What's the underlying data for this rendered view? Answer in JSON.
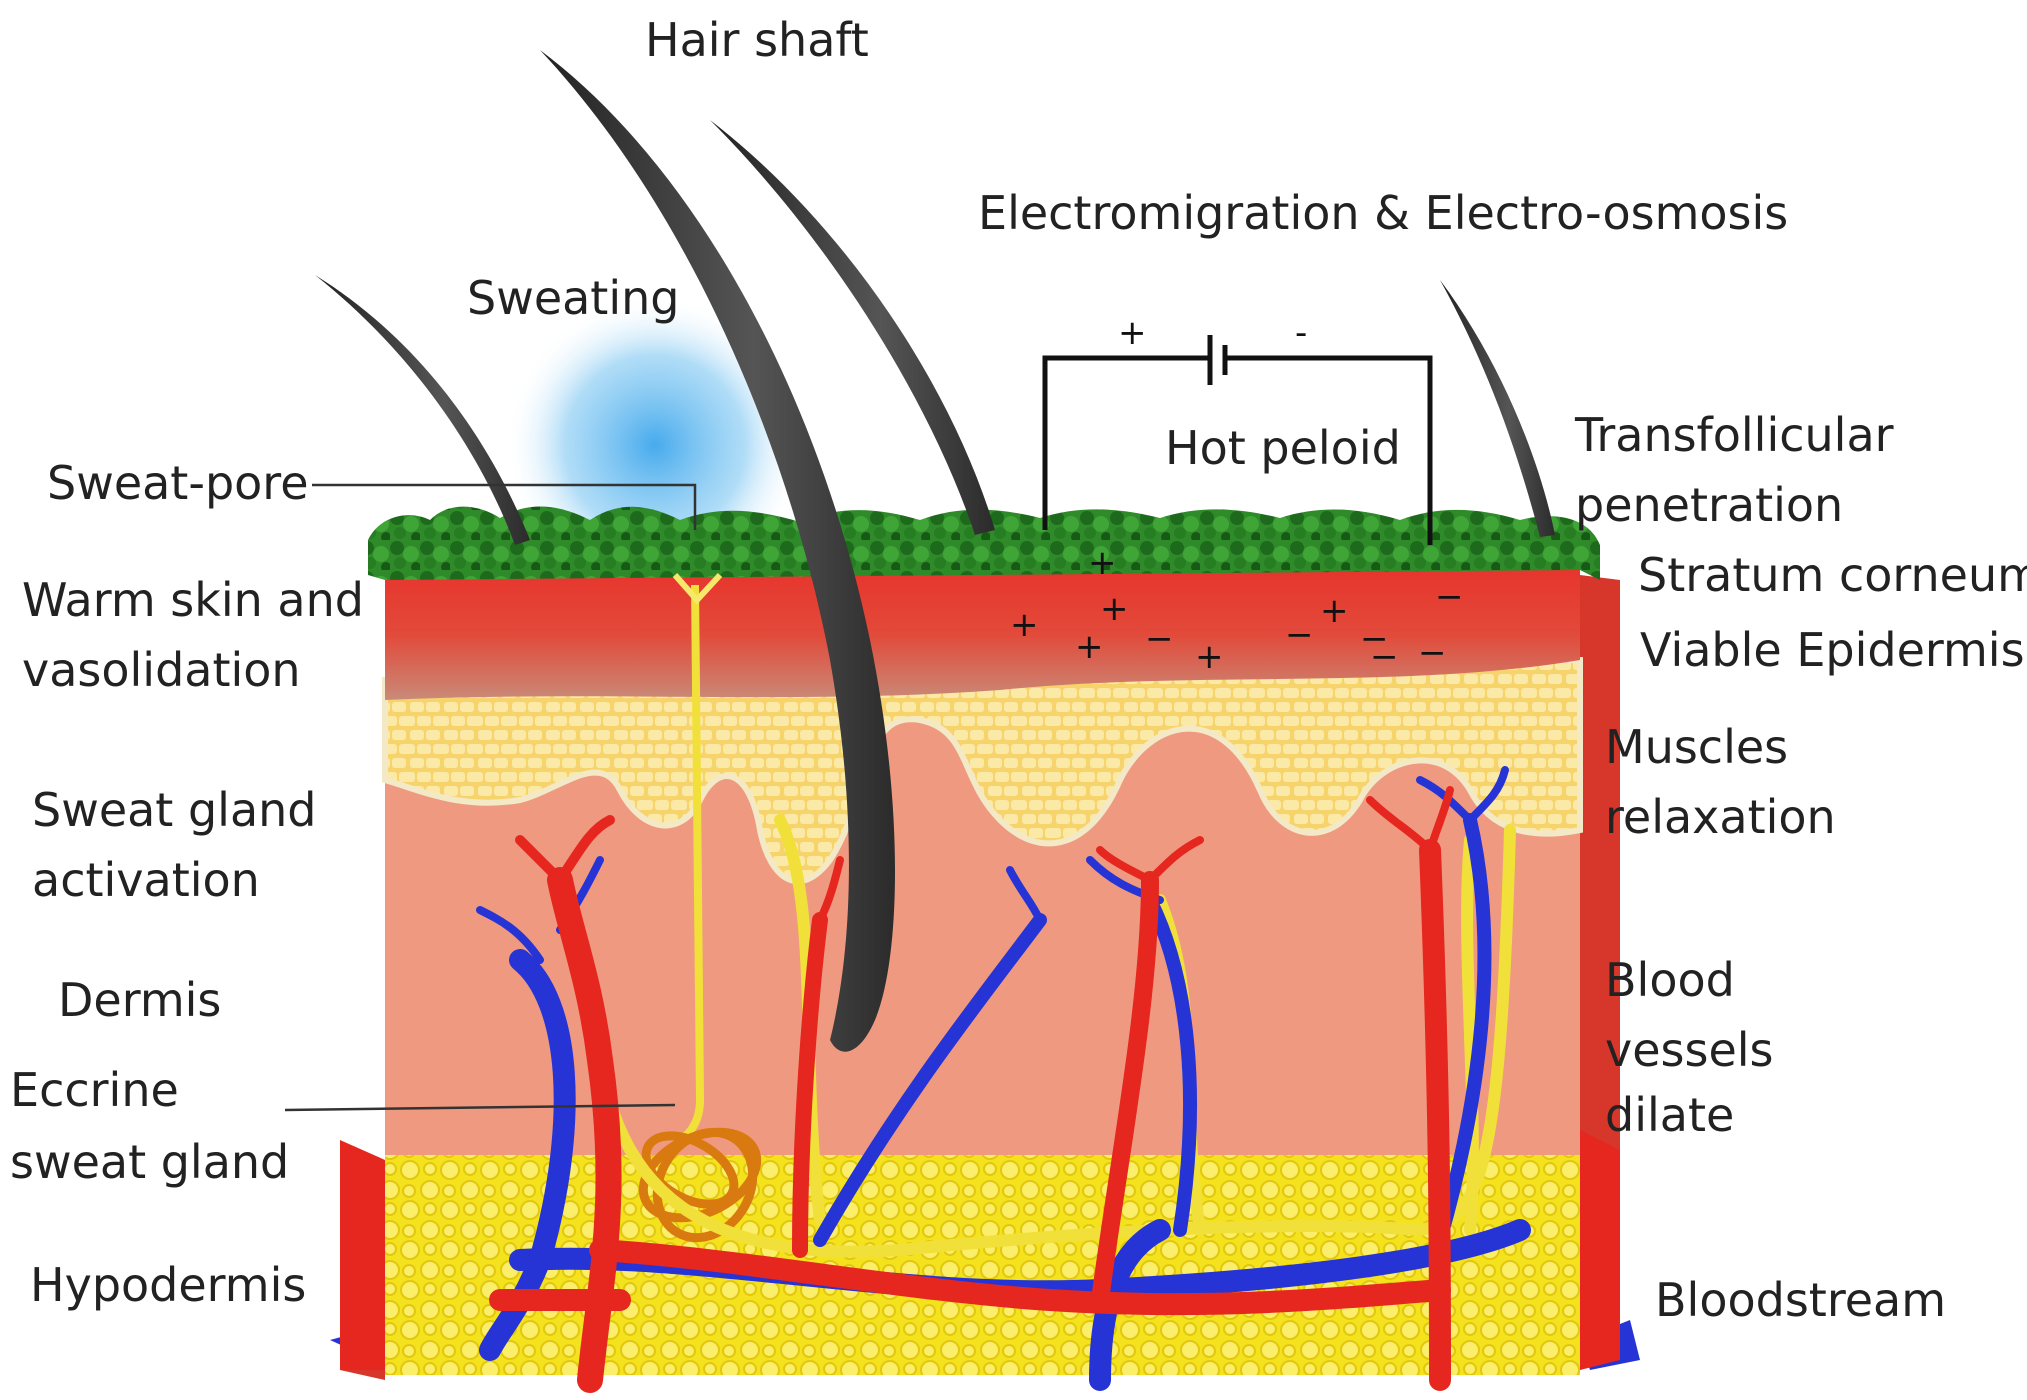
{
  "labels": {
    "hair_shaft": "Hair shaft",
    "electro": "Electromigration & Electro-osmosis",
    "sweating": "Sweating",
    "sweat_pore": "Sweat-pore",
    "hot_peloid": "Hot peloid",
    "transfollicular_1": "Transfollicular",
    "transfollicular_2": "penetration",
    "stratum_corneum": "Stratum corneum",
    "viable_epidermis": "Viable Epidermis",
    "warm_skin_1": "Warm skin and",
    "warm_skin_2": "vasolidation",
    "muscles_1": "Muscles",
    "muscles_2": "relaxation",
    "sweat_gland_1": "Sweat gland",
    "sweat_gland_2": "activation",
    "dermis": "Dermis",
    "blood_1": "Blood",
    "blood_2": "vessels",
    "blood_3": "dilate",
    "eccrine_1": "Eccrine",
    "eccrine_2": "sweat gland",
    "hypodermis": "Hypodermis",
    "bloodstream": "Bloodstream"
  },
  "circuit": {
    "positive": "+",
    "negative": "-"
  },
  "charges": {
    "plus": "+",
    "minus": "−"
  },
  "colors": {
    "peloid": "#2f8a2a",
    "epidermis": "#d92f2a",
    "epidermis_cells": "#f6cf62",
    "dermis": "#ef9a80",
    "hypodermis": "#f2de2a",
    "artery": "#e5271f",
    "vein": "#2634d6",
    "nerve": "#f2e03a",
    "hair": "#3b3b3b",
    "sweat_cloud": "#5ab7ef",
    "gland": "#d97a10"
  }
}
